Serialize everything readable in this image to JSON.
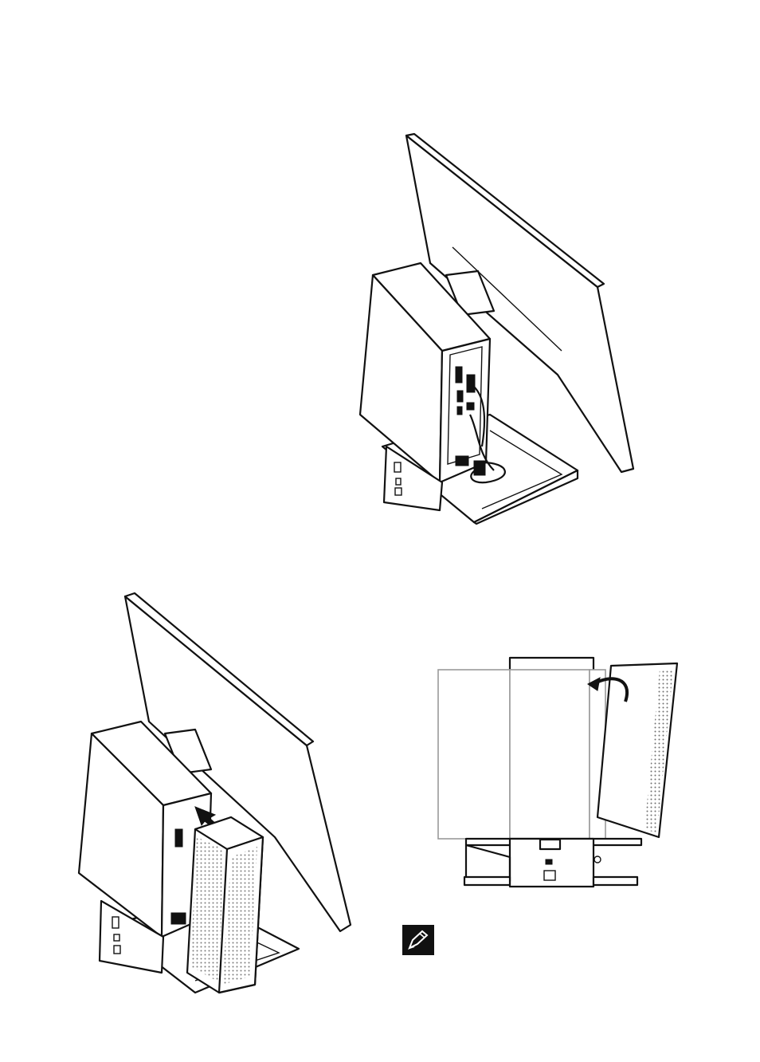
{
  "page": {
    "description_visible_text": ""
  },
  "figures": [
    {
      "id": "monitor-back-cables"
    },
    {
      "id": "monitor-cover-attached"
    },
    {
      "id": "cover-rotation-side-view"
    }
  ],
  "note_icon": {
    "icon": "pencil-note-icon"
  }
}
